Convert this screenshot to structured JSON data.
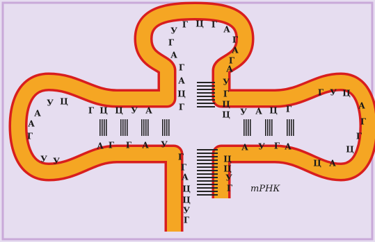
{
  "colors": {
    "background": "#E6DDF0",
    "frame": "#C9A9D9",
    "strand_fill": "#F5A623",
    "strand_stroke": "#D81E1E",
    "letters": "#1A1A1A",
    "bonds": "#222222"
  },
  "caption": "тРНК",
  "nucleotides": {
    "stem_top_left": [
      "Г",
      "А",
      "Ц",
      "Г"
    ],
    "stem_top_right": [
      "У",
      "Г",
      "Ц",
      "Ц"
    ],
    "loop_top": [
      "А",
      "Г",
      "У",
      "Г",
      "Ц",
      "Г",
      "А",
      "Г",
      "А",
      "Г",
      "А"
    ],
    "stem_left_top": [
      "Г",
      "Ц",
      "Ц",
      "У",
      "А"
    ],
    "stem_left_bottom": [
      "А",
      "Г",
      "Г",
      "А",
      "У"
    ],
    "loop_left": [
      "Ц",
      "У",
      "А",
      "А",
      "Г",
      "У",
      "У"
    ],
    "stem_right_top": [
      "У",
      "А",
      "Ц",
      "Г"
    ],
    "stem_right_bottom": [
      "А",
      "У",
      "Г",
      "А"
    ],
    "loop_right": [
      "Г",
      "У",
      "Ц",
      "А",
      "Г",
      "Г",
      "Ц",
      "А",
      "Ц"
    ],
    "stem_bottom_left": [
      "Г",
      "Г",
      "А",
      "Ц",
      "Ц",
      "У",
      "Г"
    ],
    "stem_bottom_right": [
      "Ц",
      "Ц",
      "У",
      "Г"
    ]
  }
}
